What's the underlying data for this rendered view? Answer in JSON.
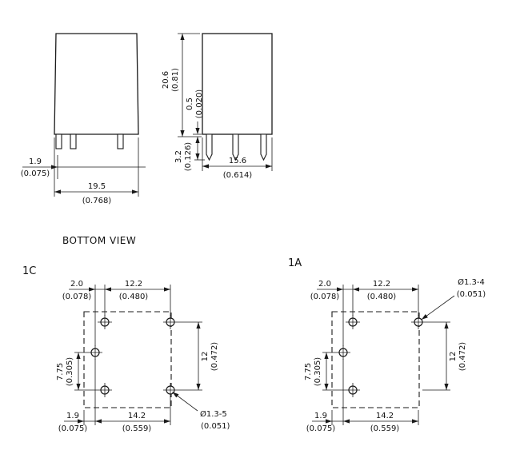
{
  "labels": {
    "bottom_view": "BOTTOM VIEW",
    "variant_1c": "1C",
    "variant_1a": "1A"
  },
  "front_view": {
    "pin_offset_mm": "1.9",
    "pin_offset_in": "(0.075)",
    "width_mm": "19.5",
    "width_in": "(0.768)"
  },
  "side_view": {
    "height_mm": "20.6",
    "height_in": "(0.81)",
    "standoff_mm": "0.5",
    "standoff_in": "(0.020)",
    "pin_length_mm": "3.2",
    "pin_length_in": "(0.126)",
    "depth_mm": "15.6",
    "depth_in": "(0.614)"
  },
  "view_1c": {
    "coil_pin_offset_mm": "2.0",
    "coil_pin_offset_in": "(0.078)",
    "pin_span_top_mm": "12.2",
    "pin_span_top_in": "(0.480)",
    "pin_span_left_mm": "7.75",
    "pin_span_left_in": "(0.305)",
    "pin_span_right_mm": "12",
    "pin_span_right_in": "(0.472)",
    "edge_offset_mm": "1.9",
    "edge_offset_in": "(0.075)",
    "pin_span_bottom_mm": "14.2",
    "pin_span_bottom_in": "(0.559)",
    "hole_callout_mm": "Ø1.3-5",
    "hole_callout_in": "(0.051)"
  },
  "view_1a": {
    "coil_pin_offset_mm": "2.0",
    "coil_pin_offset_in": "(0.078)",
    "pin_span_top_mm": "12.2",
    "pin_span_top_in": "(0.480)",
    "pin_span_left_mm": "7.75",
    "pin_span_left_in": "(0.305)",
    "pin_span_right_mm": "12",
    "pin_span_right_in": "(0.472)",
    "edge_offset_mm": "1.9",
    "edge_offset_in": "(0.075)",
    "pin_span_bottom_mm": "14.2",
    "pin_span_bottom_in": "(0.559)",
    "hole_callout_mm": "Ø1.3-4",
    "hole_callout_in": "(0.051)"
  }
}
